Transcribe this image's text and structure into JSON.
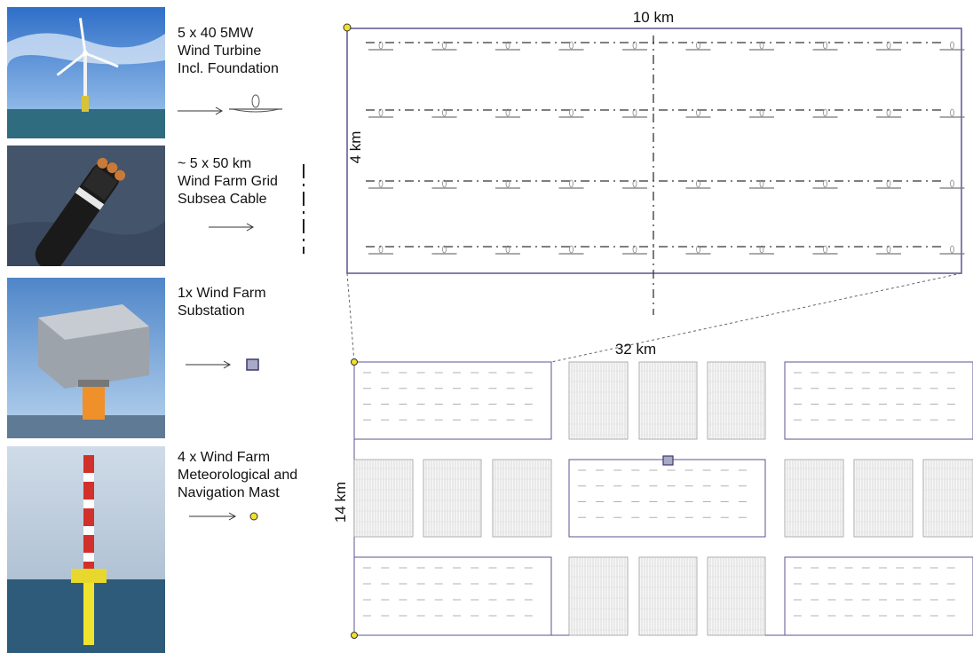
{
  "legend": {
    "turbine": {
      "text": "5 x 40 5MW\nWind Turbine\nIncl. Foundation",
      "symbol": "turbine-symbol"
    },
    "cable": {
      "text": "~ 5 x 50 km\nWind Farm Grid\nSubsea Cable",
      "symbol": "dash-dot-line"
    },
    "substation": {
      "text": "1x Wind Farm\nSubstation",
      "symbol": "grey-square"
    },
    "mast": {
      "text": "4 x Wind Farm\nMeteorological and\nNavigation Mast",
      "symbol": "yellow-circle"
    }
  },
  "detail_view": {
    "width_label": "10 km",
    "height_label": "4 km",
    "rows": 4,
    "turbines_per_row": 10
  },
  "overview": {
    "width_label": "32 km",
    "height_label": "14 km"
  },
  "colors": {
    "frame": "#5a5590",
    "cable": "#333333",
    "substation": "#a9a9c8",
    "mast": "#f2e12a",
    "turbine": "#8a8a8a"
  }
}
